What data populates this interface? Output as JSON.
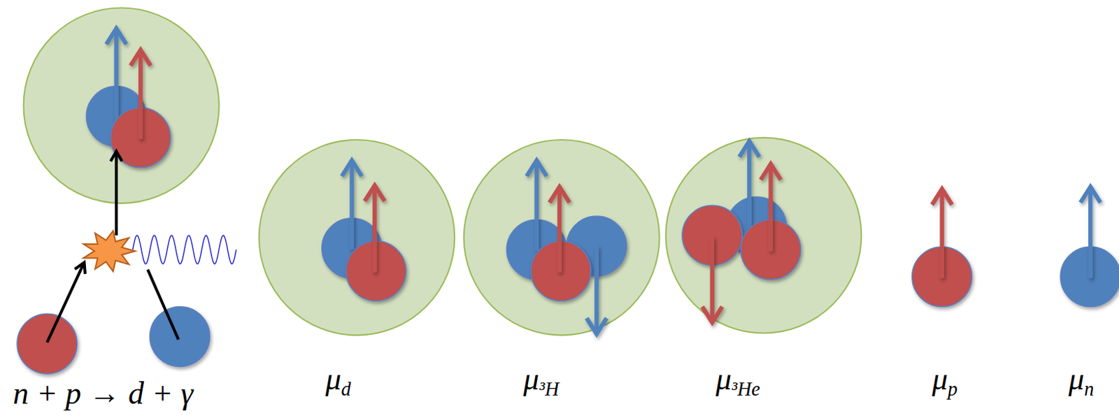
{
  "diagram": {
    "labels": [
      "n + p → d + γ",
      "μd",
      "μ³H",
      "μ³He",
      "μp",
      "μn"
    ]
  }
}
